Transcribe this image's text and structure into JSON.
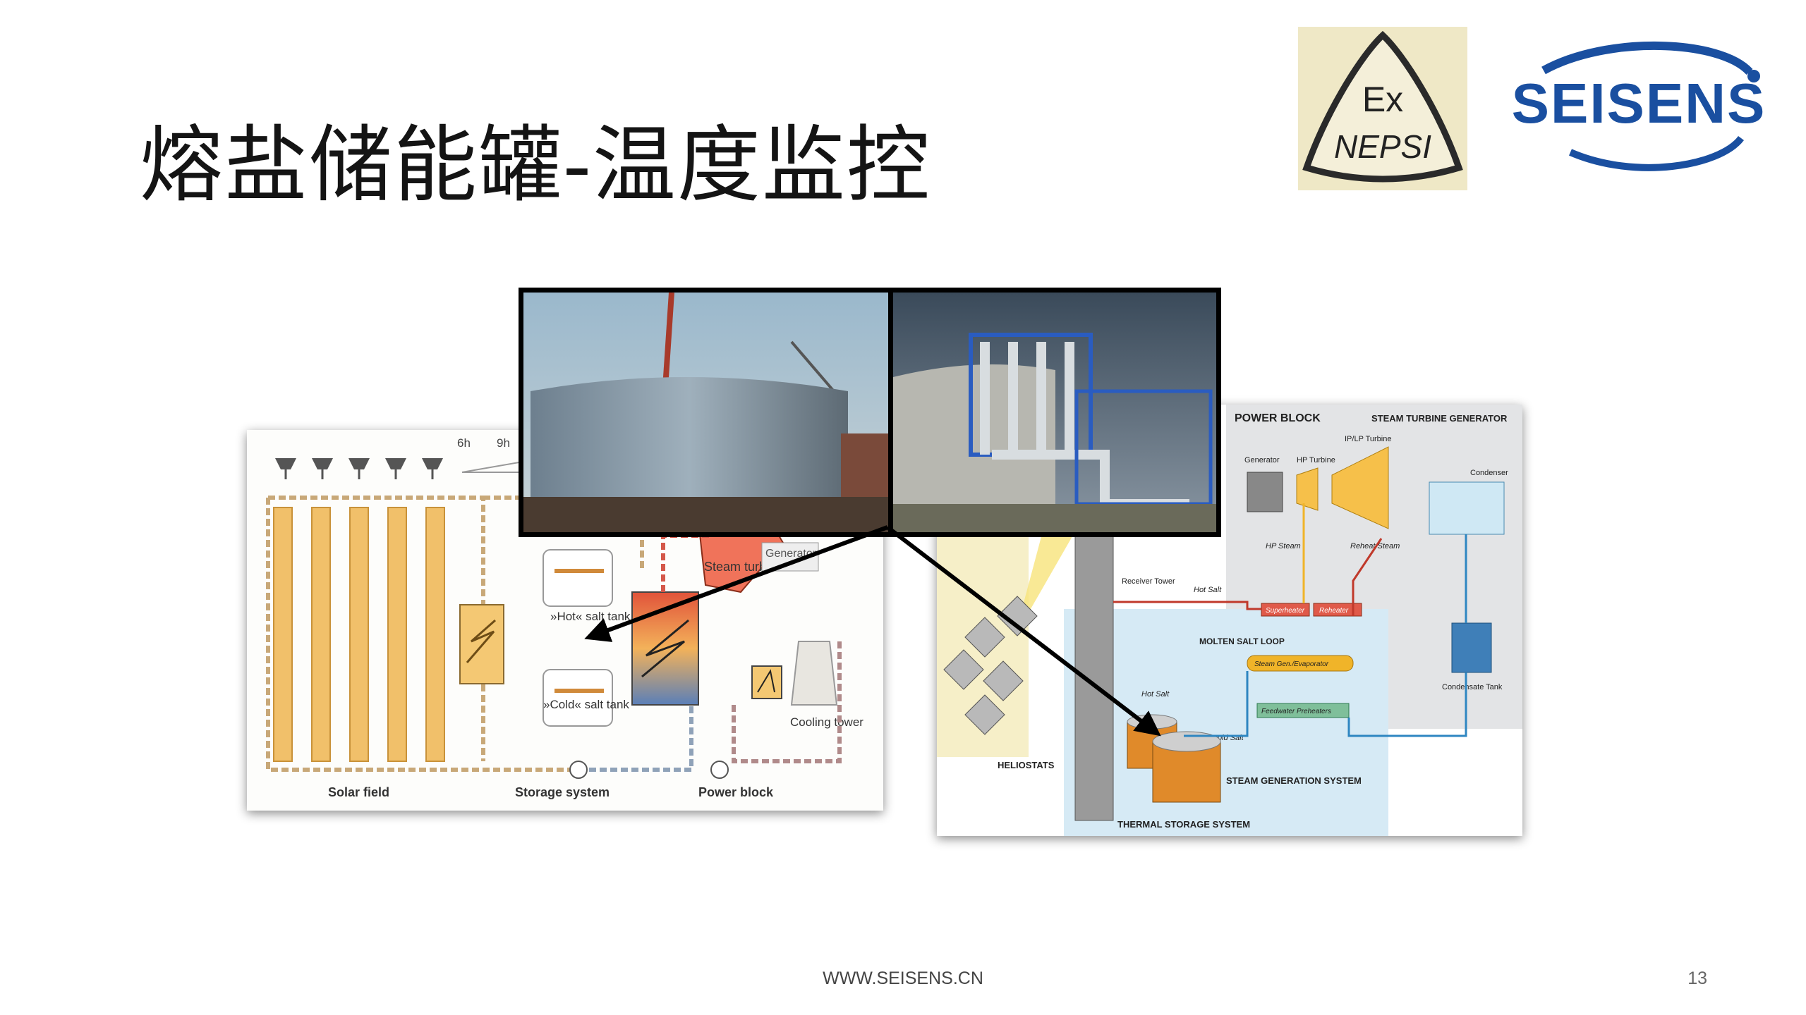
{
  "slide": {
    "title": "熔盐储能罐-温度监控",
    "footer_url": "WWW.SEISENS.CN",
    "page_number": "13"
  },
  "logos": {
    "certification": {
      "line1": "Ex",
      "line2": "NEPSI",
      "icon": "ex-nepsi-certification-logo"
    },
    "brand": {
      "name": "SEISENS",
      "icon": "seisens-brand-logo",
      "color": "#1a4fa0"
    }
  },
  "left_diagram": {
    "sections": [
      "Solar field",
      "Storage system",
      "Power block"
    ],
    "time_labels": [
      "6h",
      "9h"
    ],
    "hot_tank_label": "»Hot« salt tank",
    "cold_tank_label": "»Cold« salt tank",
    "steam_turbine_label": "Steam turbine",
    "generator_label": "Generator",
    "cooling_tower_label": "Cooling tower"
  },
  "right_diagram": {
    "power_block": "POWER BLOCK",
    "steam_turbine_generator": "STEAM TURBINE GENERATOR",
    "generator": "Generator",
    "hp_turbine": "HP Turbine",
    "ip_lp_turbine": "IP/LP Turbine",
    "condenser": "Condenser",
    "hp_steam": "HP Steam",
    "reheat_steam": "Reheat Steam",
    "receiver_tower": "Receiver Tower",
    "hot_salt": "Hot Salt",
    "cold_salt": "Cold Salt",
    "superheater": "Superheater",
    "reheater": "Reheater",
    "molten_salt_loop": "MOLTEN SALT LOOP",
    "steam_gen_evaporator": "Steam Gen./Evaporator",
    "feedwater_preheaters": "Feedwater Preheaters",
    "condensate_tank": "Condensate Tank",
    "heliostats": "HELIOSTATS",
    "steam_generation_system": "STEAM GENERATION SYSTEM",
    "thermal_storage_system": "THERMAL STORAGE SYSTEM"
  },
  "colors": {
    "hot_salt_line": "#c0392b",
    "cold_salt_line": "#2e86c1",
    "steam_line": "#f0b429",
    "storage_zone": "#d6eaf5",
    "power_block_zone": "#e3e4e6",
    "tank_orange": "#e08a2a"
  }
}
